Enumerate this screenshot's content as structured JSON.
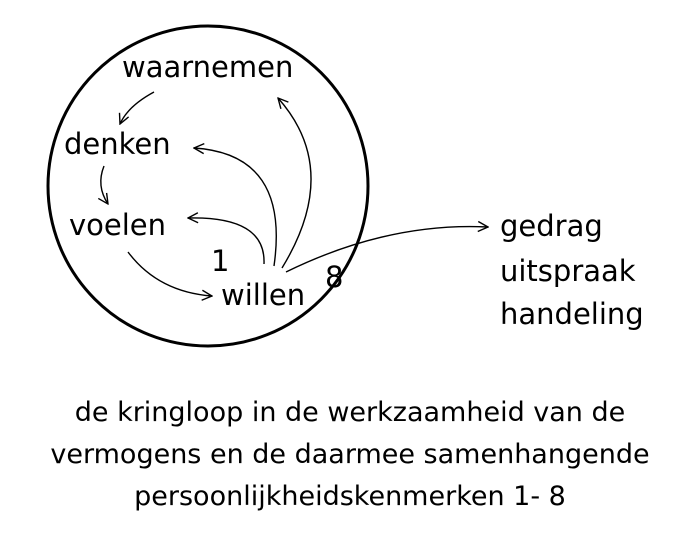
{
  "cycle": {
    "perceive": "waarnemen",
    "think": "denken",
    "feel": "voelen",
    "will": "willen",
    "label_1": "1",
    "label_8": "8"
  },
  "outputs": [
    "gedrag",
    "uitspraak",
    "handeling"
  ],
  "caption": [
    "de kringloop in de werkzaamheid van de",
    "vermogens en de daarmee samenhangende",
    "persoonlijkheidskenmerken 1- 8"
  ]
}
